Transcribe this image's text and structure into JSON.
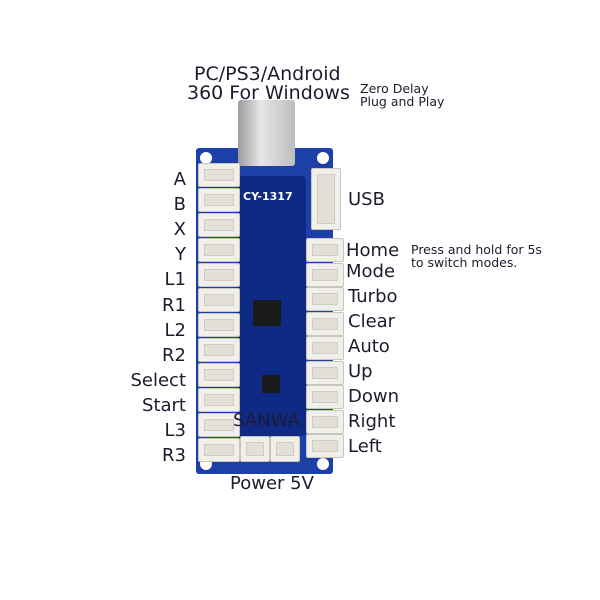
{
  "title": {
    "line1": "PC/PS3/Android",
    "line2": "360 For Windows"
  },
  "features": {
    "line1": "Zero Delay",
    "line2": "Plug and Play"
  },
  "board": {
    "model": "CY-1317",
    "color": "#1d3fa8"
  },
  "left_labels": [
    "A",
    "B",
    "X",
    "Y",
    "L1",
    "R1",
    "L2",
    "R2",
    "Select",
    "Start",
    "L3",
    "R3"
  ],
  "right_labels": {
    "usb": "USB",
    "home": "Home",
    "mode": "Mode",
    "others": [
      "Turbo",
      "Clear",
      "Auto",
      "Up",
      "Down",
      "Right",
      "Left"
    ]
  },
  "note": {
    "line1": "Press and hold for 5s",
    "line2": "to switch modes."
  },
  "bottom": {
    "sanwa": "SANWA",
    "power": "Power 5V"
  }
}
